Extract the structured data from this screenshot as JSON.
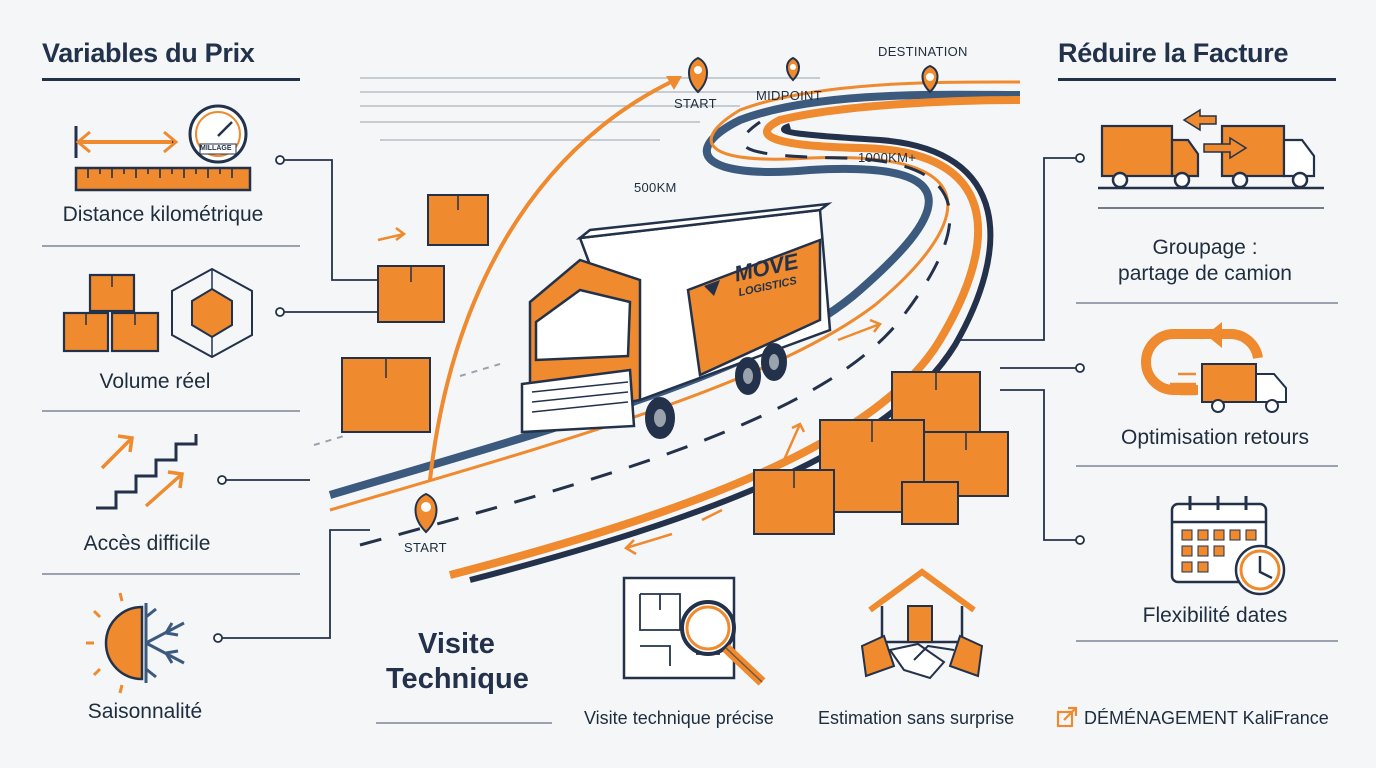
{
  "left_panel": {
    "title": "Variables du Prix",
    "items": [
      {
        "label": "Distance kilométrique",
        "icon": "ruler-odometer-icon"
      },
      {
        "label": "Volume réel",
        "icon": "boxes-cube-icon"
      },
      {
        "label": "Accès difficile",
        "icon": "stairs-arrows-icon"
      },
      {
        "label": "Saisonnalité",
        "icon": "sun-snowflake-icon"
      }
    ],
    "odometer_label": "MILLAGE"
  },
  "right_panel": {
    "title": "Réduire la Facture",
    "items": [
      {
        "label_line1": "Groupage :",
        "label_line2": "partage de camion",
        "icon": "shared-trucks-icon"
      },
      {
        "label": "Optimisation retours",
        "icon": "return-truck-icon"
      },
      {
        "label": "Flexibilité dates",
        "icon": "calendar-clock-icon"
      }
    ]
  },
  "route": {
    "start_top": "START",
    "start_bottom": "START",
    "midpoint": "MIDPOINT",
    "destination": "DESTINATION",
    "km_500": "500KM",
    "km_1000": "1000KM+"
  },
  "truck": {
    "brand_line1": "MOVE",
    "brand_line2": "LOGISTICS"
  },
  "bottom": {
    "visite_title_line1": "Visite",
    "visite_title_line2": "Technique",
    "item1": "Visite technique précise",
    "item2": "Estimation sans surprise",
    "brand": "DÉMÉNAGEMENT KaliFrance"
  },
  "colors": {
    "orange": "#ef8a2e",
    "navy": "#23324a",
    "steel": "#3b5a7e",
    "background": "#f4f6f8"
  }
}
